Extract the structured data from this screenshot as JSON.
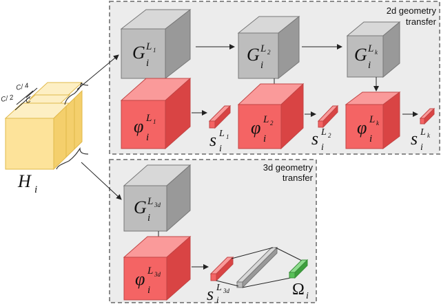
{
  "panel_2d": {
    "title_line1": "2d geometry",
    "title_line2": "transfer"
  },
  "panel_3d": {
    "title_line1": "3d geometry",
    "title_line2": "transfer"
  },
  "input": {
    "main": "H",
    "sub": "i",
    "dim_c4": "C/ 4",
    "dim_c2": "C/ 2",
    "dim_c": "C"
  },
  "level_1": {
    "g_main": "G",
    "g_sub": "i",
    "g_sup": "L",
    "g_sup_sub": "1",
    "phi_main": "φ",
    "phi_sub": "i",
    "phi_sup": "L",
    "phi_sup_sub": "1",
    "s_main": "s",
    "s_sub": "i",
    "s_sup": "L",
    "s_sup_sub": "1"
  },
  "level_2": {
    "g_main": "G",
    "g_sub": "i",
    "g_sup": "L",
    "g_sup_sub": "2",
    "phi_main": "φ",
    "phi_sub": "i",
    "phi_sup": "L",
    "phi_sup_sub": "2",
    "s_main": "s",
    "s_sub": "i",
    "s_sup": "L",
    "s_sup_sub": "2"
  },
  "level_k": {
    "g_main": "G",
    "g_sub": "i",
    "g_sup": "L",
    "g_sup_sub": "k",
    "phi_main": "φ",
    "phi_sub": "i",
    "phi_sup": "L",
    "phi_sup_sub": "k",
    "s_main": "s",
    "s_sub": "i",
    "s_sup": "L",
    "s_sup_sub": "k"
  },
  "level_3d": {
    "g_main": "G",
    "g_sub": "i",
    "g_sup": "L",
    "g_sup_sub": "3d",
    "phi_main": "φ",
    "phi_sub": "i",
    "phi_sup": "L",
    "phi_sup_sub": "3d",
    "s_main": "s",
    "s_sub": "i",
    "s_sup": "L",
    "s_sup_sub": "3d"
  },
  "output": {
    "main": "Ω",
    "sub": "i"
  },
  "colors": {
    "gray_front": "#bdbdbd",
    "gray_top": "#d8d8d8",
    "gray_side": "#999999",
    "red_front": "#f46464",
    "red_top": "#fa9a9a",
    "red_side": "#d94444",
    "yellow_front": "#fde39a",
    "yellow_top": "#fdefc4",
    "yellow_side": "#f4cf6c",
    "green": "#59c159",
    "panel_fill": "#ececec",
    "panel_border": "#8a8a8a"
  }
}
